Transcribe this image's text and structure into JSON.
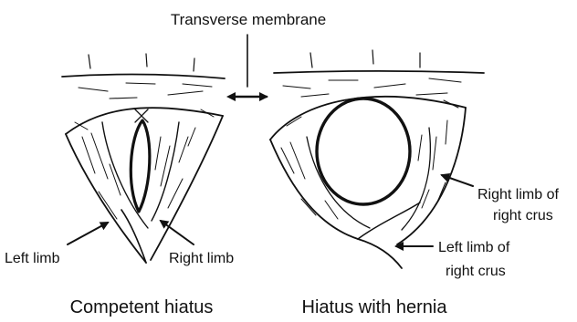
{
  "labels": {
    "transverse_membrane": "Transverse membrane",
    "left_limb": "Left limb",
    "right_limb": "Right limb",
    "right_limb_of_right_crus_line1": "Right limb of",
    "right_limb_of_right_crus_line2": "right crus",
    "left_limb_of_right_crus_line1": "Left limb of",
    "left_limb_of_right_crus_line2": "right crus"
  },
  "captions": {
    "left": "Competent hiatus",
    "right": "Hiatus with hernia"
  }
}
